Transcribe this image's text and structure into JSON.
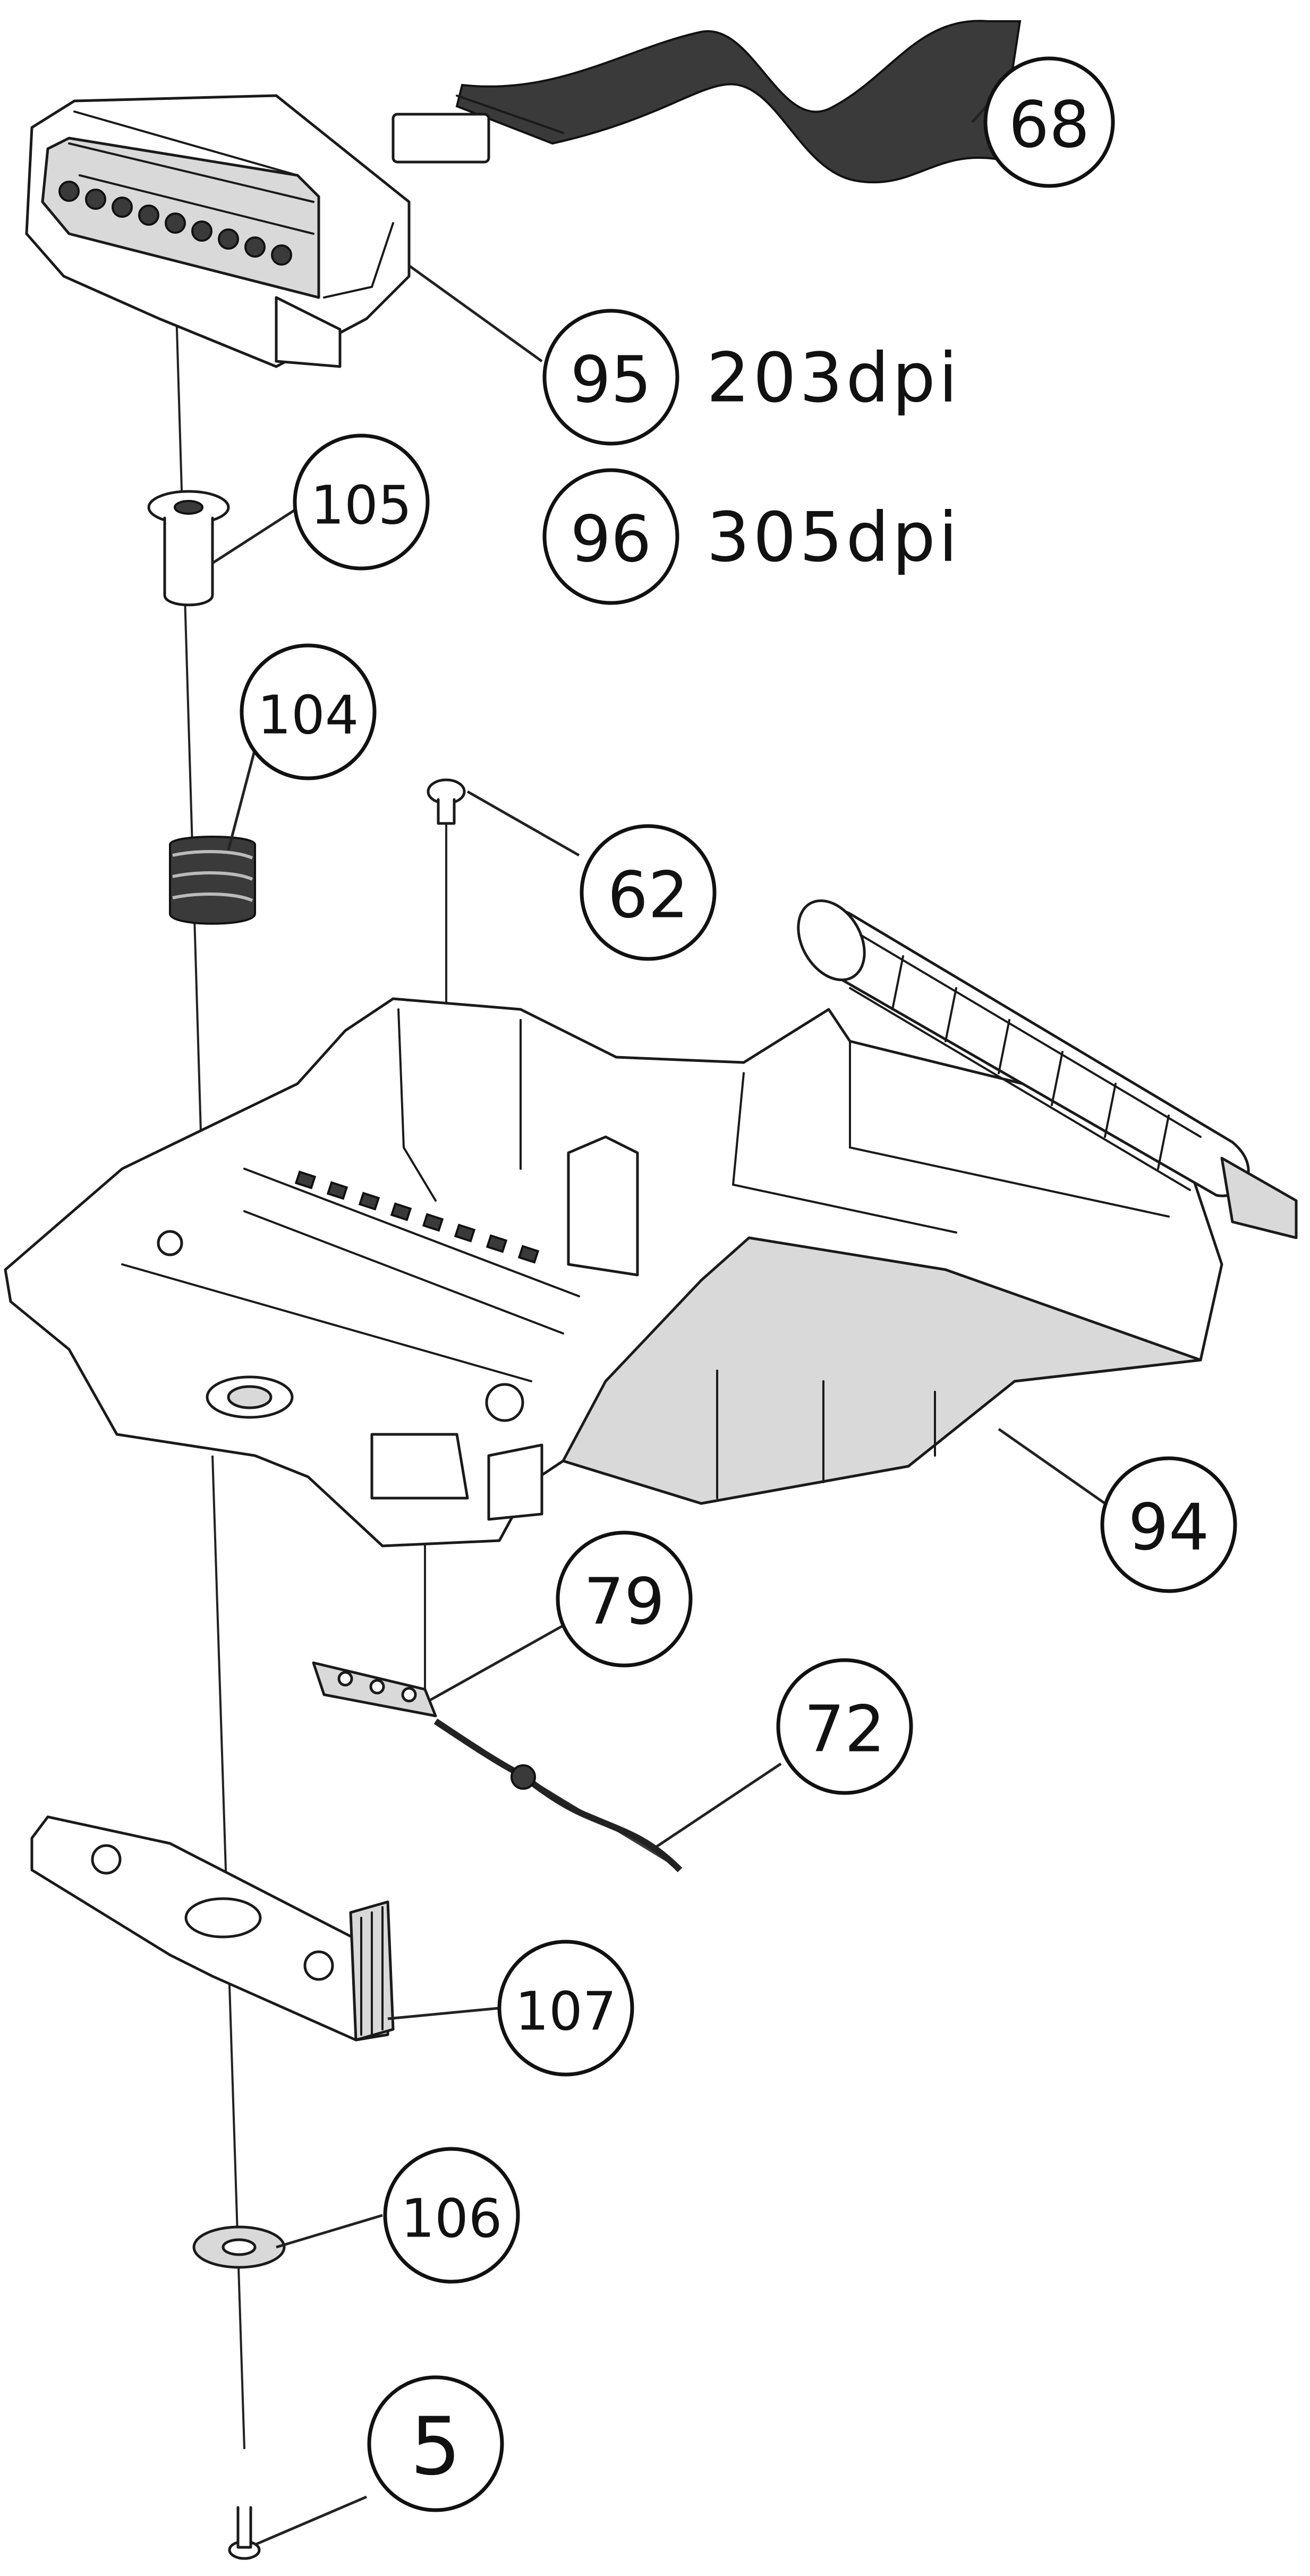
{
  "diagram": {
    "callouts": {
      "c68": "68",
      "c95": "95",
      "c96": "96",
      "c105": "105",
      "c104": "104",
      "c62": "62",
      "c94": "94",
      "c79": "79",
      "c72": "72",
      "c107": "107",
      "c106": "106",
      "c5": "5"
    },
    "variants": {
      "v95": "203dpi",
      "v96": "305dpi"
    }
  }
}
